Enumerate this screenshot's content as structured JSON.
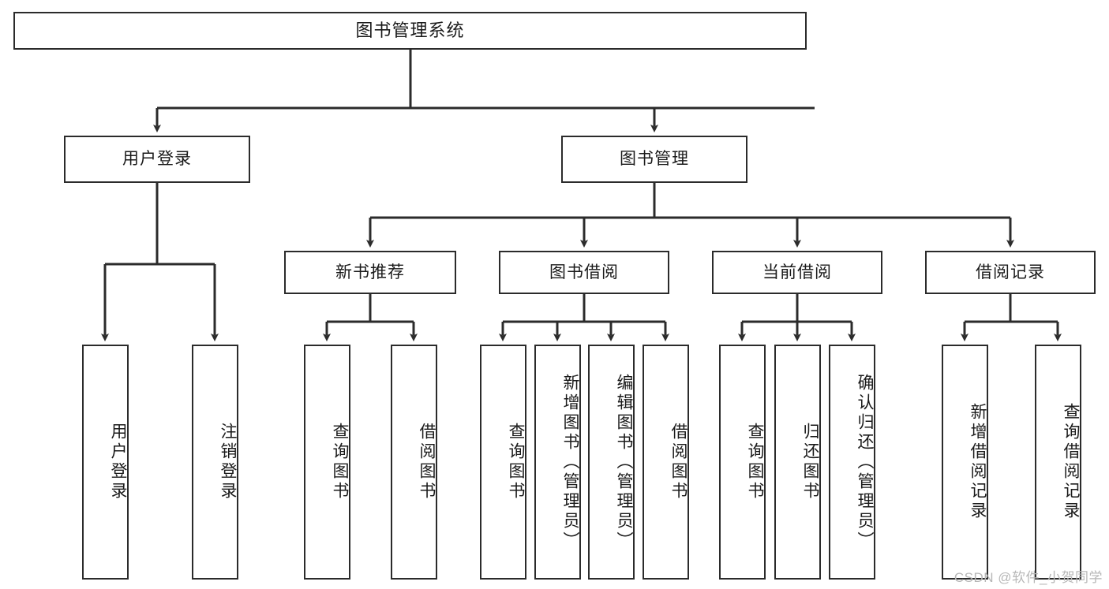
{
  "diagram": {
    "title": "图书管理系统",
    "type": "hierarchy-tree",
    "watermark": "CSDN @软件_小贺同学",
    "colors": {
      "box_border": "#2b2b2b",
      "box_fill": "#ffffff",
      "connector": "#2b2b2b",
      "text": "#1a1a1a",
      "watermark": "#b7b7b7",
      "background": "#ffffff"
    },
    "levels": {
      "root": {
        "label": "图书管理系统"
      },
      "level2": [
        {
          "label": "用户登录"
        },
        {
          "label": "图书管理"
        }
      ],
      "level3": [
        {
          "label": "新书推荐"
        },
        {
          "label": "图书借阅"
        },
        {
          "label": "当前借阅"
        },
        {
          "label": "借阅记录"
        }
      ],
      "leaves": {
        "user_login": [
          {
            "label": "用户登录"
          },
          {
            "label": "注销登录"
          }
        ],
        "new_book_recommend": [
          {
            "label": "查询图书"
          },
          {
            "label": "借阅图书"
          }
        ],
        "book_borrow": [
          {
            "label": "查询图书"
          },
          {
            "label": "新增图书（管理员）"
          },
          {
            "label": "编辑图书（管理员）"
          },
          {
            "label": "借阅图书"
          }
        ],
        "current_borrow": [
          {
            "label": "查询图书"
          },
          {
            "label": "归还图书"
          },
          {
            "label": "确认归还（管理员）"
          }
        ],
        "borrow_record": [
          {
            "label": "新增借阅记录"
          },
          {
            "label": "查询借阅记录"
          }
        ]
      }
    }
  }
}
